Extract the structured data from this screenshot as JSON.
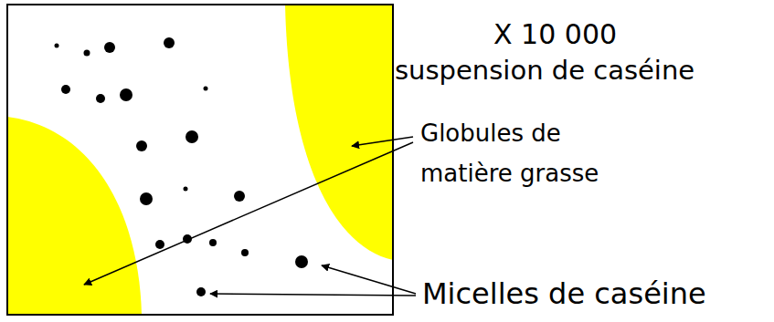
{
  "diagram": {
    "labels": [
      "X 10 000",
      "suspension de caséine",
      "Globules de matière grasse",
      "Micelles de caséine"
    ]
  }
}
